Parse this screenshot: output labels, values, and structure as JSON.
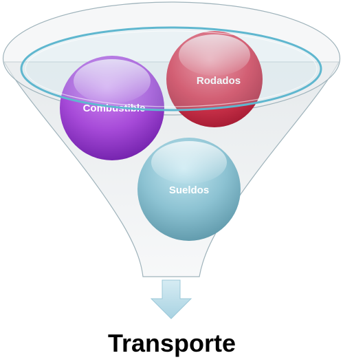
{
  "funnel": {
    "inputs": [
      {
        "label": "Combustible",
        "color": "#8e32c4"
      },
      {
        "label": "Rodados",
        "color": "#c4243c"
      },
      {
        "label": "Sueldos",
        "color": "#6aa2b4"
      }
    ],
    "output_label": "Transporte",
    "rim_color": "#5fb7cf",
    "arrow_color": "#b7dbe8"
  }
}
